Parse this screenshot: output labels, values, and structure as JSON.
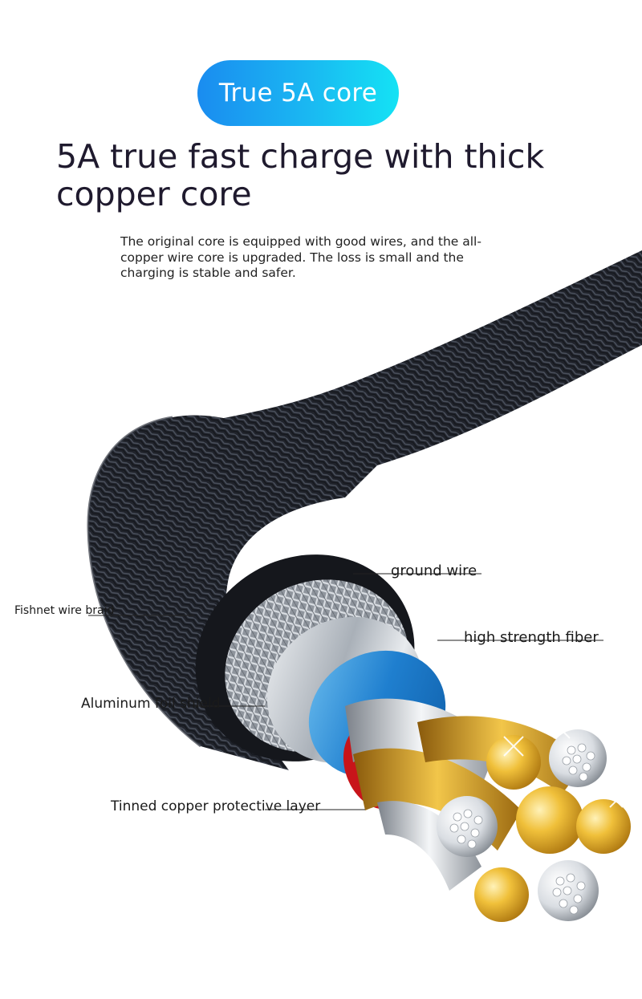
{
  "badge": {
    "label": "True 5A core"
  },
  "headline": {
    "text": "5A true fast charge with thick copper core"
  },
  "description": {
    "text": "The original core is equipped with good wires, and the all-copper wire core is upgraded. The loss is small and the charging is stable and safer."
  },
  "callouts": {
    "ground_wire": "ground wire",
    "high_strength_fiber": "high strength fiber",
    "fishnet_wire_braid": "Fishnet wire braid",
    "aluminum_foil_shield": "Aluminum foil shield",
    "tinned_copper_layer": "Tinned copper protective layer"
  },
  "colors": {
    "badge_gradient_start": "#1a8cf0",
    "badge_gradient_end": "#14e2f4",
    "headline": "#1f1a2e",
    "cable_jacket": "#22252d",
    "foil_shield": "#c9cfd6",
    "fiber_blue": "#2a8fd8",
    "insulation_red": "#c8141a",
    "copper_gold": "#e8b22a",
    "tinned_strand": "#e9ecef"
  }
}
